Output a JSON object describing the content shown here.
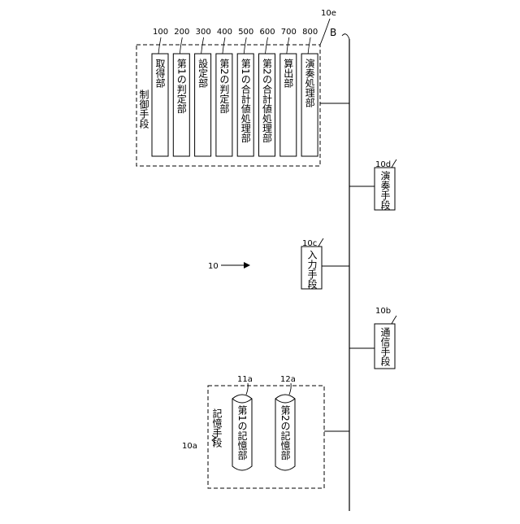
{
  "bus": {
    "label": "B"
  },
  "system": {
    "ref": "10"
  },
  "control": {
    "ref": "10e",
    "title": "制御手段",
    "units": [
      {
        "num": "100",
        "label": "取得部"
      },
      {
        "num": "200",
        "label": "第1の判定部"
      },
      {
        "num": "300",
        "label": "設定部"
      },
      {
        "num": "400",
        "label": "第2の判定部"
      },
      {
        "num": "500",
        "label": "第1の合計値処理部"
      },
      {
        "num": "600",
        "label": "第2の合計値処理部"
      },
      {
        "num": "700",
        "label": "算出部"
      },
      {
        "num": "800",
        "label": "演奏処理部"
      }
    ]
  },
  "performance": {
    "ref": "10d",
    "label": "演奏手段"
  },
  "input": {
    "ref": "10c",
    "label": "入力手段"
  },
  "communication": {
    "ref": "10b",
    "label": "通信手段"
  },
  "storage": {
    "ref": "10a",
    "title": "記憶手段",
    "first": {
      "ref": "11a",
      "label": "第1の記憶部"
    },
    "second": {
      "ref": "12a",
      "label": "第2の記憶部"
    }
  }
}
